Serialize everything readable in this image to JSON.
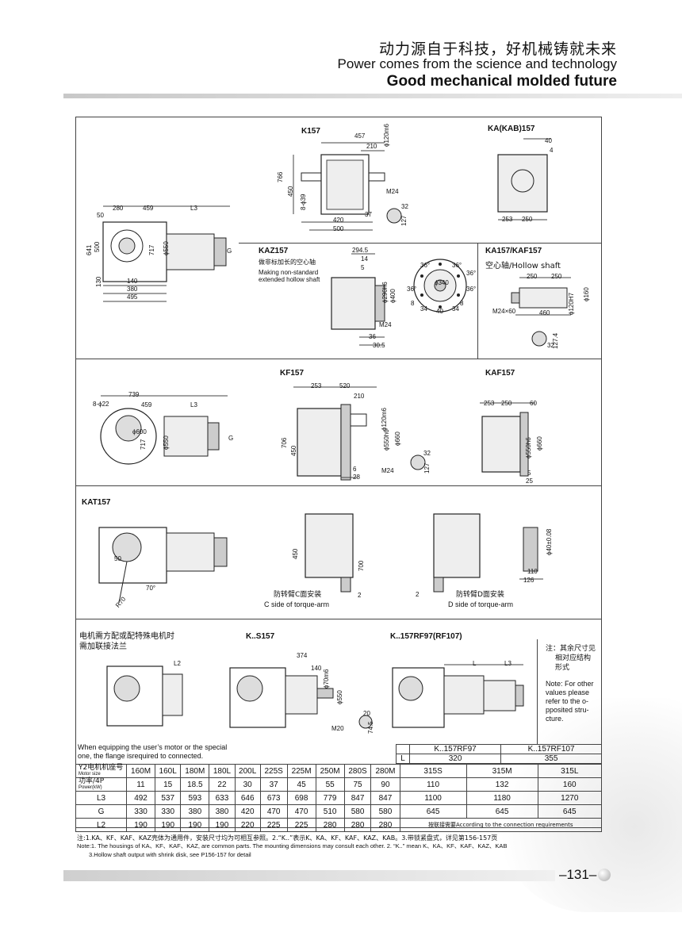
{
  "header": {
    "title_cn": "动力源自于科技，好机械铸就未来",
    "title_en": "Power comes from the science and technology",
    "tagline": "Good mechanical molded future"
  },
  "sections": {
    "k157": {
      "title": "K157",
      "dims": [
        "457",
        "210",
        "ϕ120m6",
        "766",
        "450",
        "8-ϕ39",
        "M24",
        "420",
        "500",
        "37",
        "32",
        "127",
        "280",
        "459",
        "L3",
        "50",
        "641",
        "500",
        "717",
        "ϕ550",
        "G",
        "130",
        "140",
        "380",
        "495"
      ]
    },
    "ka_kab157": {
      "title": "KA(KAB)157",
      "dims": [
        "40",
        "4",
        "253",
        "250"
      ]
    },
    "kaz157": {
      "title": "KAZ157",
      "note_cn": "做非标加长的空心轴",
      "note_en": [
        "Making non-standard",
        "extended hollow shaft"
      ],
      "dims": [
        "294.5",
        "14",
        "5",
        "ϕ290h6",
        "ϕ400",
        "M24",
        "36",
        "30.5",
        "ϕ340",
        "36°",
        "36°",
        "36°",
        "36°",
        "36°",
        "34",
        "40",
        "34",
        "8",
        "8"
      ]
    },
    "ka_kaf157": {
      "title": "KA157/KAF157",
      "subtitle": "空心轴/Hollow shaft",
      "dims": [
        "250",
        "250",
        "ϕ160",
        "M24×60",
        "ϕ120H7",
        "460",
        "127.4",
        "32"
      ]
    },
    "kf157": {
      "title": "KF157",
      "dims": [
        "253",
        "520",
        "210",
        "ϕ120m6",
        "ϕ550h6",
        "ϕ660",
        "706",
        "450",
        "28",
        "6",
        "M24",
        "32",
        "127",
        "739",
        "8-ϕ22",
        "459",
        "L3",
        "ϕ600",
        "717",
        "ϕ550",
        "G"
      ]
    },
    "kaf157": {
      "title": "KAF157",
      "dims": [
        "253",
        "250",
        "60",
        "ϕ550h6",
        "ϕ660",
        "5",
        "25"
      ]
    },
    "kat157": {
      "title": "KAT157",
      "dims": [
        "50",
        "R70",
        "70°",
        "450",
        "700",
        "2",
        "2",
        "ϕ40±0.08",
        "110",
        "126"
      ],
      "c_side_cn": "防转臂C面安装",
      "c_side_en": "C side of torque-arm",
      "d_side_cn": "防转臂D面安装",
      "d_side_en": "D side of torque-arm"
    },
    "flange": {
      "note_cn": [
        "电机需方配或配特殊电机时",
        "需加联接法兰"
      ],
      "note_en": [
        "When equipping the user’s motor or the special",
        "one, the flange isrequired to connected."
      ],
      "dims": [
        "L2"
      ]
    },
    "ks157": {
      "title": "K..S157",
      "dims": [
        "374",
        "140",
        "ϕ70m6",
        "ϕ550",
        "20",
        "74.5",
        "M20"
      ]
    },
    "krf": {
      "title": "K..157RF97(RF107)",
      "dims": [
        "L",
        "L3"
      ]
    },
    "side_note": {
      "cn": [
        "注：其余尺寸见",
        "相对应结构",
        "形式"
      ],
      "en": [
        "Note: For other",
        "values please",
        "refer to the o-",
        "pposited stru-",
        "cture."
      ]
    }
  },
  "ratio_table": {
    "headers": [
      "K..157RF97",
      "K..157RF107"
    ],
    "row_label": "L",
    "values": [
      "320",
      "355"
    ]
  },
  "spec_table": {
    "columns": [
      "160M",
      "160L",
      "180M",
      "180L",
      "200L",
      "225S",
      "225M",
      "250M",
      "280S",
      "280M",
      "315S",
      "315M",
      "315L"
    ],
    "rows": [
      {
        "label": "Y2电机机座号",
        "sub": "Motor size",
        "values": [
          "160M",
          "160L",
          "180M",
          "180L",
          "200L",
          "225S",
          "225M",
          "250M",
          "280S",
          "280M",
          "315S",
          "315M",
          "315L"
        ]
      },
      {
        "label": "功率/4P",
        "sub": "Power(kW)",
        "values": [
          "11",
          "15",
          "18.5",
          "22",
          "30",
          "37",
          "45",
          "55",
          "75",
          "90",
          "110",
          "132",
          "160"
        ]
      },
      {
        "label": "L3",
        "sub": "",
        "values": [
          "492",
          "537",
          "593",
          "633",
          "646",
          "673",
          "698",
          "779",
          "847",
          "847",
          "1100",
          "1180",
          "1270"
        ]
      },
      {
        "label": "G",
        "sub": "",
        "values": [
          "330",
          "330",
          "380",
          "380",
          "420",
          "470",
          "470",
          "510",
          "580",
          "580",
          "645",
          "645",
          "645"
        ]
      },
      {
        "label": "L2",
        "sub": "",
        "values": [
          "190",
          "190",
          "190",
          "190",
          "220",
          "225",
          "225",
          "280",
          "280",
          "280"
        ]
      }
    ],
    "l2_note": "按联接需要According to the connection requirements"
  },
  "footnotes": {
    "cn": "注:1.KA、KF、KAF、KAZ壳体为通用件，安装尺寸均为可相互参照。2.“K..”表示K、KA、KF、KAF、KAZ、KAB。3.带锁紧盘式，详见第156-157页",
    "en1": "Note:1. The housings of KA、KF、KAF、KAZ, are common parts. The mounting dimensions may consult each other.     2. “K..” mean K、KA、KF、KAF、KAZ、KAB",
    "en2": "3.Hollow shaft output with shrink disk, see P156-157 for detail"
  },
  "page_number": "–131–"
}
